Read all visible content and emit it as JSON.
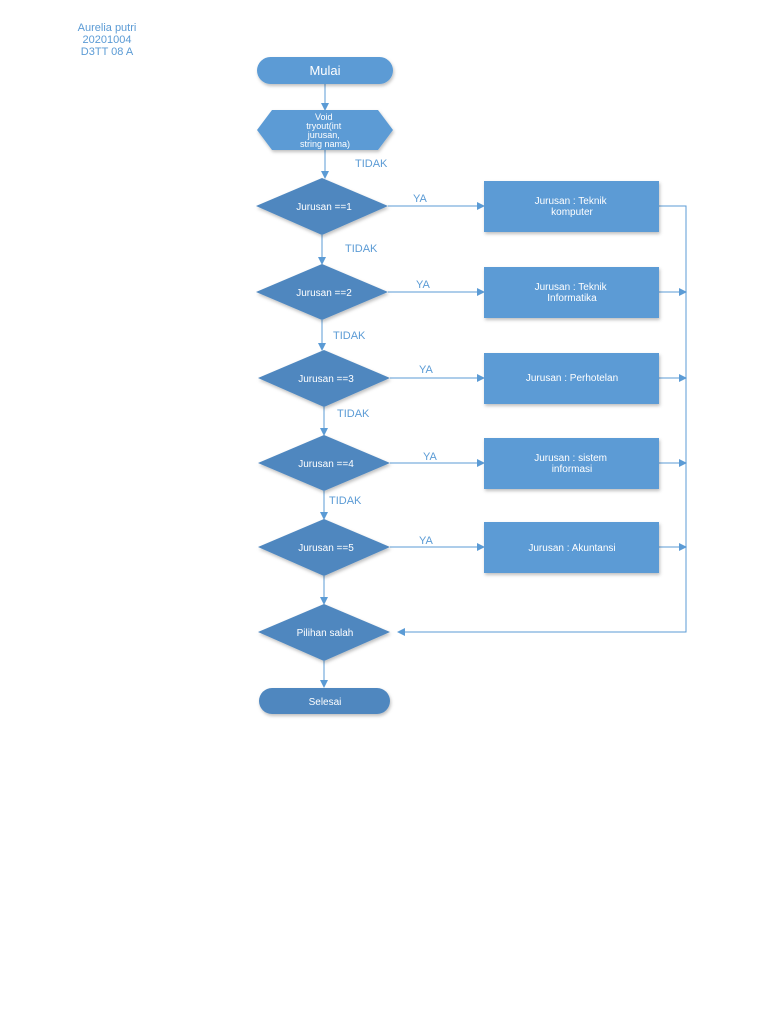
{
  "author": {
    "name": "Aurelia putri",
    "id": "20201004",
    "class": "D3TT 08 A"
  },
  "colors": {
    "terminal_fill": "#5b9bd5",
    "decision_fill": "#4f87bf",
    "process_fill": "#5b9bd5",
    "line": "#5b9bd5",
    "edge_label": "#5b9bd5"
  },
  "nodes": {
    "start": "Mulai",
    "prep": [
      "Void",
      "tryout(int",
      "jurusan,",
      "string nama)"
    ],
    "d1": "Jurusan ==1",
    "d2": "Jurusan ==2",
    "d3": "Jurusan ==3",
    "d4": "Jurusan ==4",
    "d5": "Jurusan ==5",
    "p1": [
      "Jurusan : Teknik",
      "komputer"
    ],
    "p2": [
      "Jurusan : Teknik",
      "Informatika"
    ],
    "p3": [
      "Jurusan : Perhotelan"
    ],
    "p4": [
      "Jurusan : sistem",
      "informasi"
    ],
    "p5": [
      "Jurusan : Akuntansi"
    ],
    "error": "Pilihan salah",
    "end": "Selesai"
  },
  "edge_labels": {
    "no_1": "TIDAK",
    "no_2": "TIDAK",
    "no_3": "TIDAK",
    "no_4": "TIDAK",
    "no_5": "TIDAK",
    "yes_1": "YA",
    "yes_2": "YA",
    "yes_3": "YA",
    "yes_4": "YA",
    "yes_5": "YA"
  }
}
